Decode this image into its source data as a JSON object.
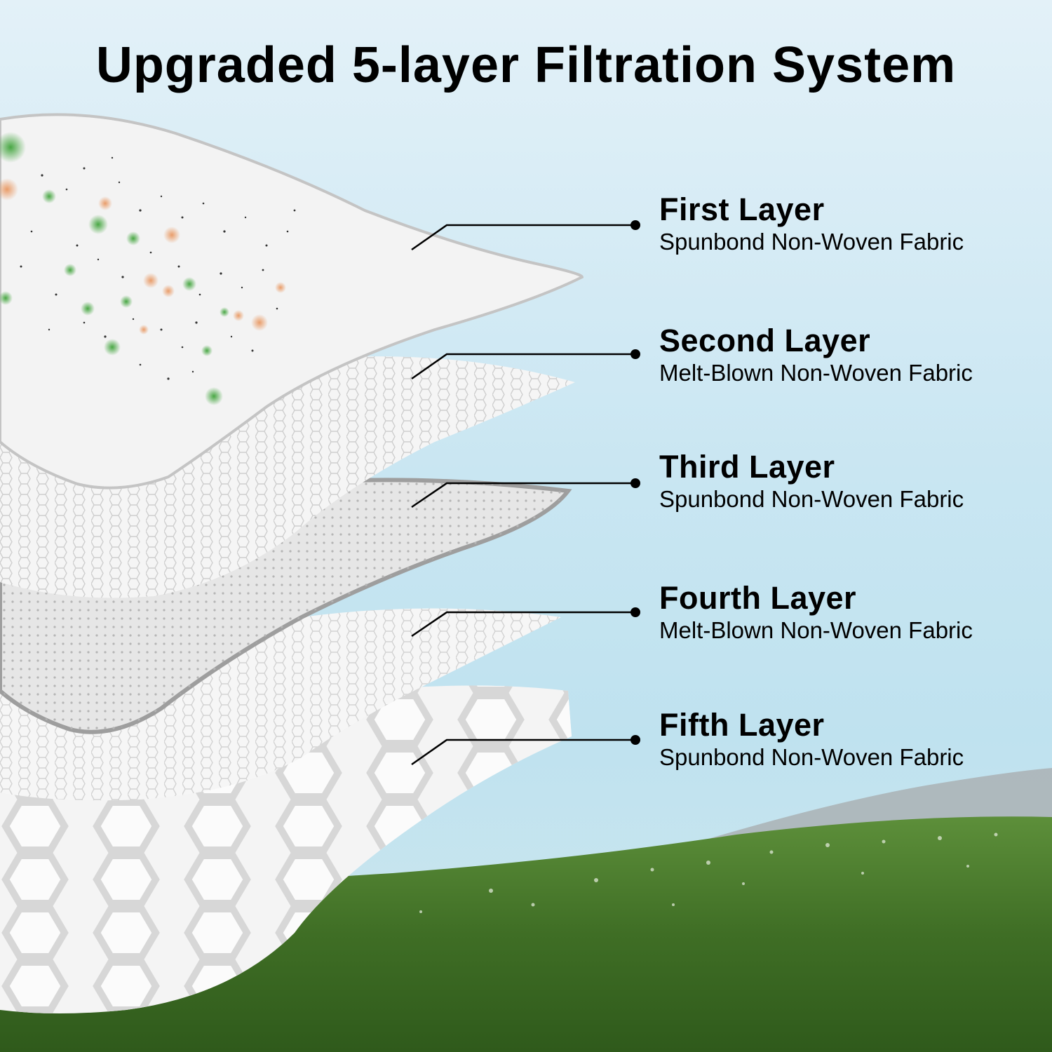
{
  "title": "Upgraded 5-layer Filtration System",
  "layers": [
    {
      "name": "First Layer",
      "material": "Spunbond Non-Woven Fabric"
    },
    {
      "name": "Second Layer",
      "material": "Melt-Blown Non-Woven Fabric"
    },
    {
      "name": "Third Layer",
      "material": "Spunbond Non-Woven Fabric"
    },
    {
      "name": "Fourth Layer",
      "material": "Melt-Blown Non-Woven Fabric"
    },
    {
      "name": "Fifth Layer",
      "material": "Spunbond Non-Woven Fabric"
    }
  ],
  "colors": {
    "sky": "#c9e6f2",
    "grass": "#4a7a2c",
    "particle_green": "#3fa33a",
    "particle_orange": "#e8935a",
    "fabric": "#f2f2f2",
    "text": "#000000"
  }
}
